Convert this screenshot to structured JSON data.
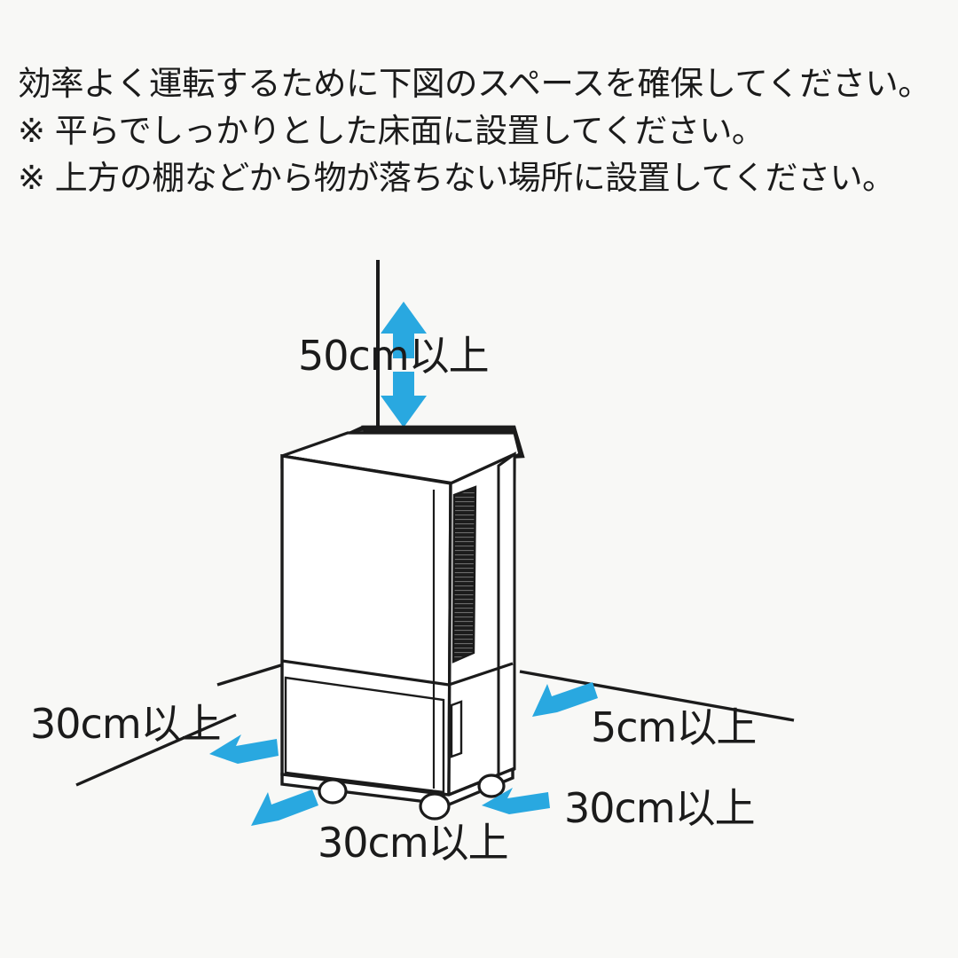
{
  "instructions": {
    "line1": "効率よく運転するために下図のスペースを確保してください。",
    "line2": "※ 平らでしっかりとした床面に設置してください。",
    "line3": "※ 上方の棚などから物が落ちない場所に設置してください。"
  },
  "diagram": {
    "title": "dehumidifier-clearance-diagram",
    "product": "dehumidifier",
    "clearances": {
      "top": "50cm以上",
      "left": "30cm以上",
      "right": "5cm以上",
      "front": "30cm以上",
      "front_right": "30cm以上"
    },
    "colors": {
      "arrow": "#29a8e0",
      "outline": "#1b1b1b",
      "vent": "#1c1c1c",
      "background": "#f8f8f6"
    }
  }
}
